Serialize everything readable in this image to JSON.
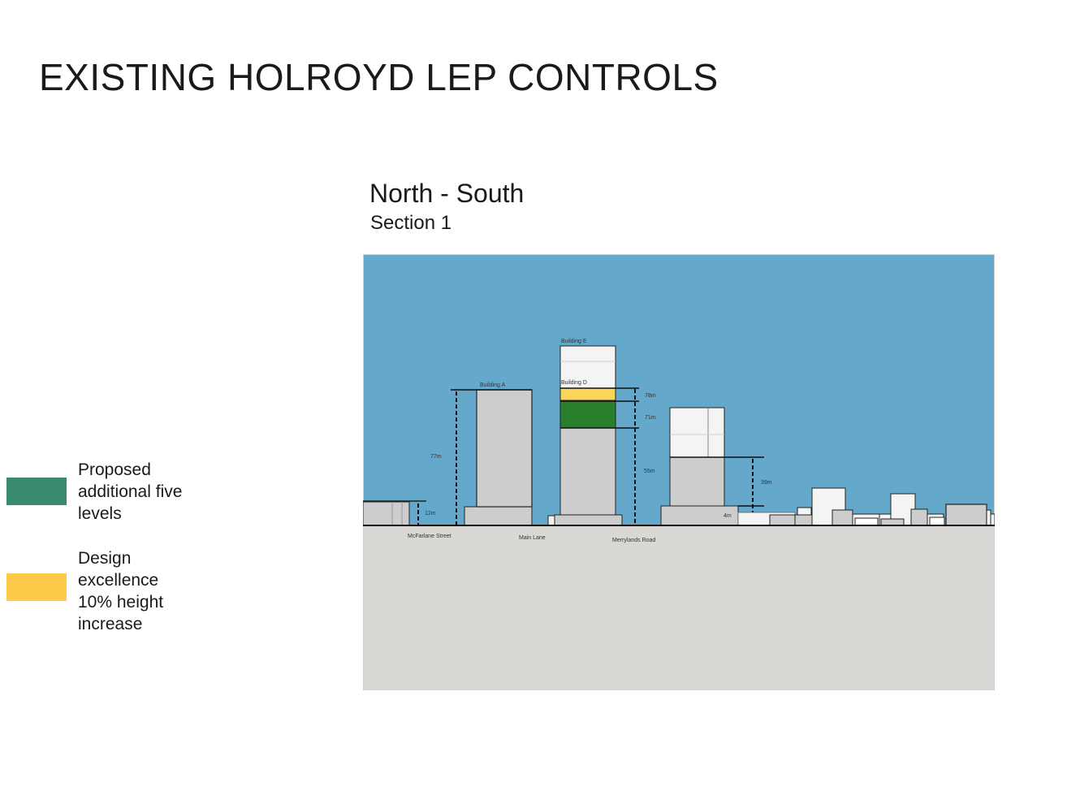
{
  "page": {
    "title": "EXISTING HOLROYD LEP CONTROLS",
    "section_heading": "North - South",
    "section_subheading": "Section 1"
  },
  "legend": {
    "items": [
      {
        "label": "Proposed additional five levels",
        "color": "#388A6C"
      },
      {
        "label": "Design excellence 10% height increase",
        "color": "#FFC94A"
      }
    ]
  },
  "colors": {
    "sky": "#64A9CB",
    "ground": "#D9D8D4",
    "building": "#CDCDCD",
    "future_building": "#F4F4F4",
    "proposed_levels": "#2A7F2D",
    "design_excellence": "#F9D658"
  },
  "diagram": {
    "buildings": {
      "a": "Building A",
      "d": "Building D",
      "e": "Building E"
    },
    "heights": {
      "h78": "78m",
      "h71": "71m",
      "h77": "77m",
      "h55": "55m",
      "h39": "39m",
      "h12": "12m",
      "h4": "4m"
    },
    "streets": {
      "mcfarlane": "McFarlane Street",
      "main_lane": "Main Lane",
      "merrylands": "Merrylands Road"
    }
  }
}
